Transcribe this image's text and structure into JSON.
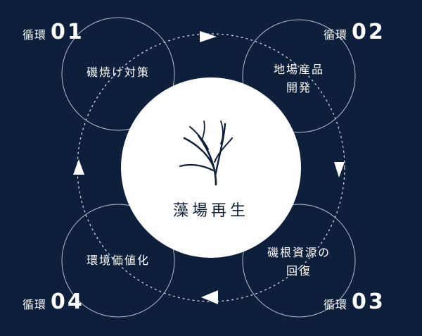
{
  "colors": {
    "background": "#0e1f3c",
    "ring": "#b6bfcc",
    "center_fill": "#ffffff",
    "text": "#ffffff",
    "center_text": "#0e1f3c"
  },
  "center": {
    "label": "藻場再生",
    "icon": "seaweed-icon"
  },
  "steps": [
    {
      "word": "循環",
      "number": "01",
      "label_lines": [
        "磯焼け対策"
      ]
    },
    {
      "word": "循環",
      "number": "02",
      "label_lines": [
        "地場産品",
        "開発"
      ]
    },
    {
      "word": "循環",
      "number": "03",
      "label_lines": [
        "磯根資源の",
        "回復"
      ]
    },
    {
      "word": "循環",
      "number": "04",
      "label_lines": [
        "環境価値化"
      ]
    }
  ],
  "cycle_direction": "clockwise"
}
